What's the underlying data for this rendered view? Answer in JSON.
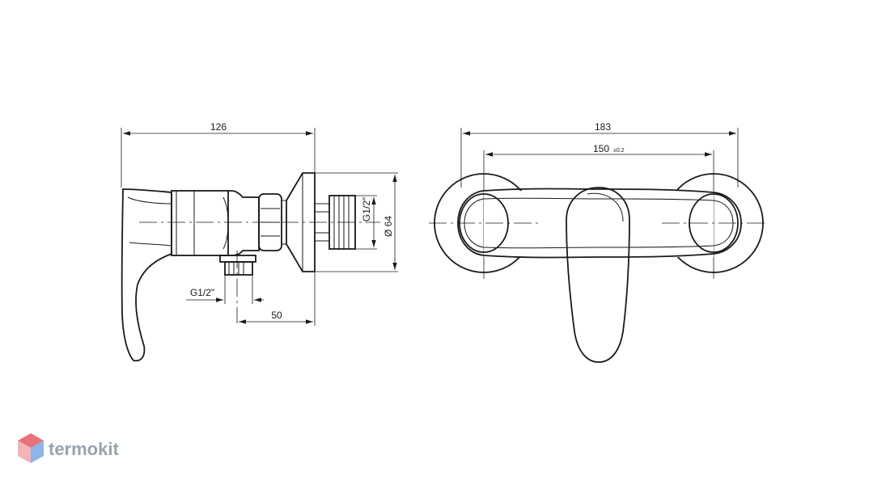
{
  "side_view": {
    "dim_overall_width": "126",
    "dim_outlet_offset": "50",
    "dim_outlet_thread": "G1/2\"",
    "dim_inlet_thread": "G1/2\"",
    "dim_flange_diameter": "Ø 64"
  },
  "front_view": {
    "dim_overall_width": "183",
    "dim_center_distance": "150",
    "dim_tolerance": "±0.2"
  },
  "watermark": {
    "brand": "termokit",
    "colors": {
      "top": "#e8717a",
      "left": "#f4b3b8",
      "right": "#8fb4e6",
      "bottom": "#b9cff0"
    }
  }
}
